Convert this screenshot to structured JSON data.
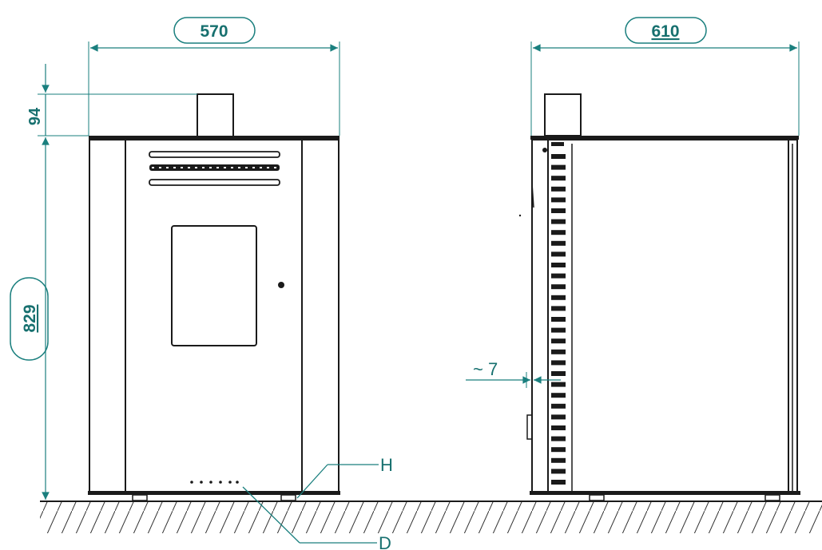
{
  "dimensions": {
    "front_width": "570",
    "side_depth": "610",
    "flue_height": "94",
    "body_height": "829",
    "side_offset": "~ 7"
  },
  "labels": {
    "H": "H",
    "D": "D"
  },
  "colors": {
    "dimension": "#1a7f7e",
    "outline": "#1a1a1a",
    "background": "#ffffff"
  }
}
